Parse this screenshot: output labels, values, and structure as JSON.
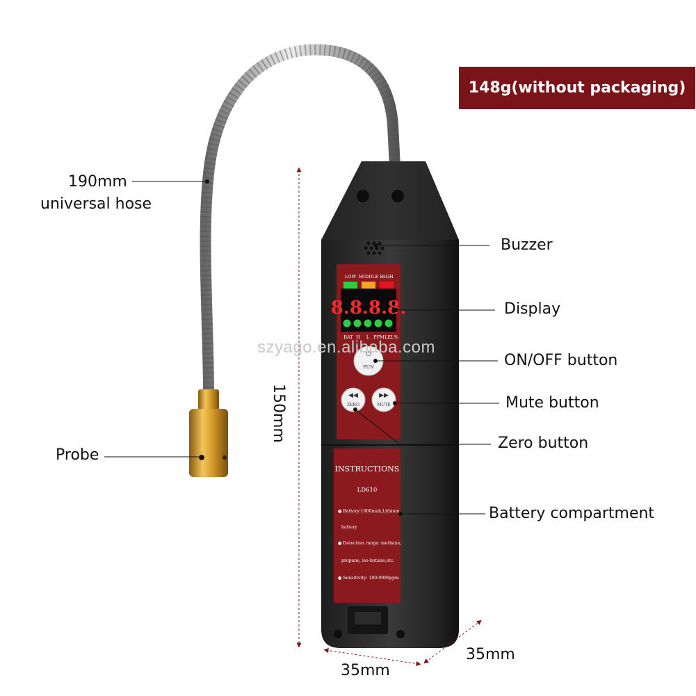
{
  "badge": {
    "weight_text": "148g(without packaging)"
  },
  "watermark": "szyago.en.alibaba.com",
  "labels": {
    "hose_line1": "190mm",
    "hose_line2": "universal hose",
    "probe": "Probe",
    "buzzer": "Buzzer",
    "display": "Display",
    "onoff": "ON/OFF button",
    "mute": "Mute button",
    "zero": "Zero button",
    "battery": "Battery compartment"
  },
  "dimensions": {
    "height": "150mm",
    "width": "35mm",
    "depth": "35mm"
  },
  "device": {
    "indicators": [
      "LOW",
      "MIDDLE",
      "HIGH"
    ],
    "indicator_colors": [
      "#2ecc40",
      "#f5a623",
      "#e8141b"
    ],
    "digits": "8.8.8.8.",
    "status_labels": [
      "BAT",
      "H",
      "L",
      "PPM",
      "LEL%"
    ],
    "fun_button": "FUN",
    "zero_button": "ZERO",
    "mute_button": "MUTE",
    "panel": {
      "title": "INSTRUCTIONS",
      "model": "LD610",
      "battery_line1": "● Battery:1800mah,Lithium",
      "battery_line2": "battery",
      "detection_line1": "● Detection range: methane,",
      "detection_line2": "propane, iso-butane,etc.",
      "sensitivity": "● Sensitivity: 100-9999ppm"
    }
  },
  "colors": {
    "brand": "#7a1418",
    "body": "#2b2b2b",
    "panel": "#8a1a1e"
  }
}
